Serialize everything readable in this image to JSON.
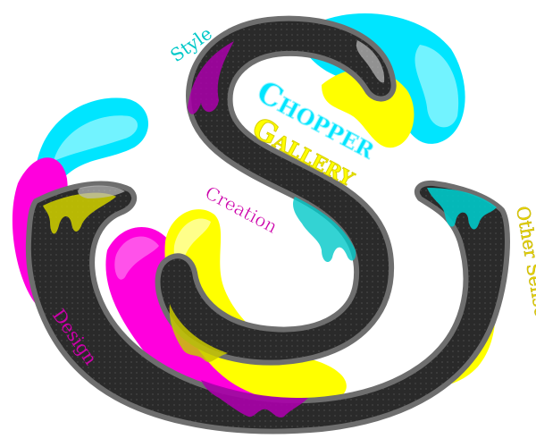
{
  "logo": {
    "title_line1": "Chopper",
    "title_line2": "Gallery",
    "words": {
      "style": "Style",
      "creation": "Creation",
      "design": "Design",
      "other_sense": "Other Sense"
    }
  },
  "colors": {
    "cyan": "#00e5ff",
    "magenta": "#ff00dd",
    "yellow": "#ffff00",
    "emblem_fill": "#2a2a2a",
    "emblem_outline": "#6e6e6e",
    "word_magenta": "#cc00aa",
    "word_cyan": "#00c8c8",
    "word_yellow": "#e6d200"
  },
  "icons": {
    "emblem": "s-hook-emblem-icon",
    "splashes": "paint-splash-icon"
  }
}
